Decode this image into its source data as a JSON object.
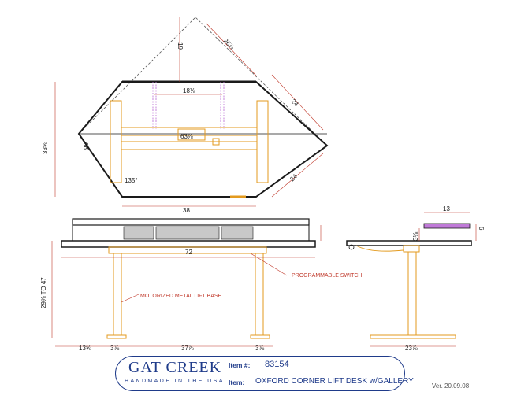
{
  "title_block": {
    "logo_name": "GAT CREEK",
    "logo_tagline": "HANDMADE IN THE USA",
    "item_no_label": "Item #:",
    "item_no": "83154",
    "item_label": "Item:",
    "item_name": "OXFORD CORNER LIFT DESK w/GALLERY",
    "version": "Ver. 20.09.08"
  },
  "plan_view": {
    "dims": {
      "depth_top": "19",
      "diag_long": "26⅞",
      "inner_width": "18⅛",
      "side_right_upper": "24",
      "side_right_lower": "24",
      "overall_depth": "33⅝",
      "angle_left": "90",
      "center": "63⅞",
      "angle_bottom": "135°",
      "front_width": "38"
    }
  },
  "front_view": {
    "dims": {
      "overall_width": "72",
      "height_range": "29⅞ TO 47",
      "foot_left": "13⅝",
      "foot_gap_left": "3⅞",
      "between_feet": "37⅞",
      "foot_gap_right": "3⅞"
    },
    "labels": {
      "lift_base": "MOTORIZED METAL LIFT BASE",
      "switch": "PROGRAMMABLE SWITCH"
    }
  },
  "side_view": {
    "dims": {
      "gallery_depth": "13",
      "gallery_height": "6",
      "gallery_offset": "3⅛",
      "base_width": "23⅞"
    }
  },
  "colors": {
    "linework": "#1a1a1a",
    "lift_base": "#e39a1e",
    "dimension": "#c0392b",
    "cutout": "#c07ad8",
    "brand": "#1f3b8a"
  }
}
